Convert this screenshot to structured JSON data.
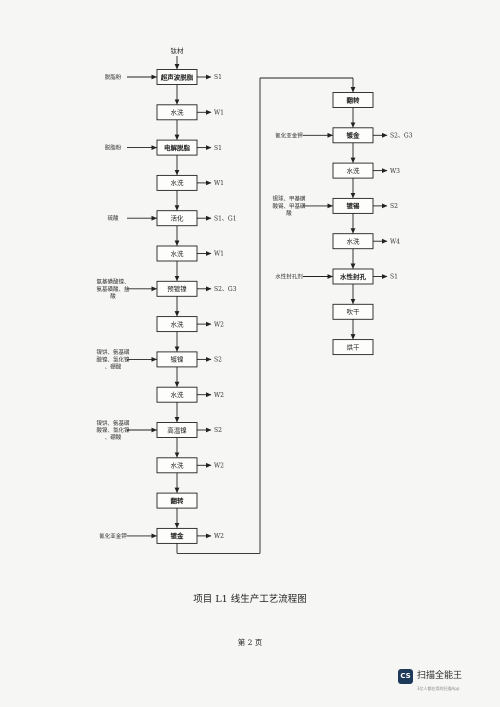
{
  "diagram": {
    "input_top": "钛材",
    "left_column": [
      {
        "label": "超声波脱脂",
        "bold": true,
        "input": "脱脂粉",
        "output": "S1"
      },
      {
        "label": "水洗",
        "bold": false,
        "input": "",
        "output": "W1"
      },
      {
        "label": "电解脱脂",
        "bold": true,
        "input": "脱脂粉",
        "output": "S1"
      },
      {
        "label": "水洗",
        "bold": false,
        "input": "",
        "output": "W1"
      },
      {
        "label": "活化",
        "bold": false,
        "input": "硫酸",
        "output": "S1、G1"
      },
      {
        "label": "水洗",
        "bold": false,
        "input": "",
        "output": "W1"
      },
      {
        "label": "预镀镍",
        "bold": false,
        "input": "氨基磺酸镍、氨基磺酸、盐酸",
        "output": "S2、G3"
      },
      {
        "label": "水洗",
        "bold": false,
        "input": "",
        "output": "W2"
      },
      {
        "label": "镀镍",
        "bold": false,
        "input": "镍饼、氨基磺酸镍、氯化镍、硼酸",
        "output": "S2"
      },
      {
        "label": "水洗",
        "bold": false,
        "input": "",
        "output": "W2"
      },
      {
        "label": "高温镍",
        "bold": false,
        "input": "镍饼、氨基磺酸镍、氯化镍、硼酸",
        "output": "S2"
      },
      {
        "label": "水洗",
        "bold": false,
        "input": "",
        "output": "W2"
      },
      {
        "label": "翻转",
        "bold": true,
        "input": "",
        "output": ""
      },
      {
        "label": "镀金",
        "bold": true,
        "input": "氰化亚金钾",
        "output": "W2"
      }
    ],
    "right_column": [
      {
        "label": "翻转",
        "bold": true,
        "input": "",
        "output": ""
      },
      {
        "label": "镀金",
        "bold": true,
        "input": "氰化亚金钾",
        "output": "S2、G3"
      },
      {
        "label": "水洗",
        "bold": false,
        "input": "",
        "output": "W3"
      },
      {
        "label": "镀锡",
        "bold": true,
        "input": "锡球、甲基磺酸锡、甲基磺酸",
        "output": "S2"
      },
      {
        "label": "水洗",
        "bold": false,
        "input": "",
        "output": "W4"
      },
      {
        "label": "水性封孔",
        "bold": true,
        "input": "水性封孔剂",
        "output": "S1"
      },
      {
        "label": "吹干",
        "bold": false,
        "input": "",
        "output": ""
      },
      {
        "label": "烘干",
        "bold": false,
        "input": "",
        "output": ""
      }
    ],
    "caption": "项目 L1 线生产工艺流程图",
    "page_number": "第 2 页"
  },
  "watermark": {
    "logo": "CS",
    "name": "扫描全能王",
    "tagline": "3亿人都在用的扫描App"
  }
}
